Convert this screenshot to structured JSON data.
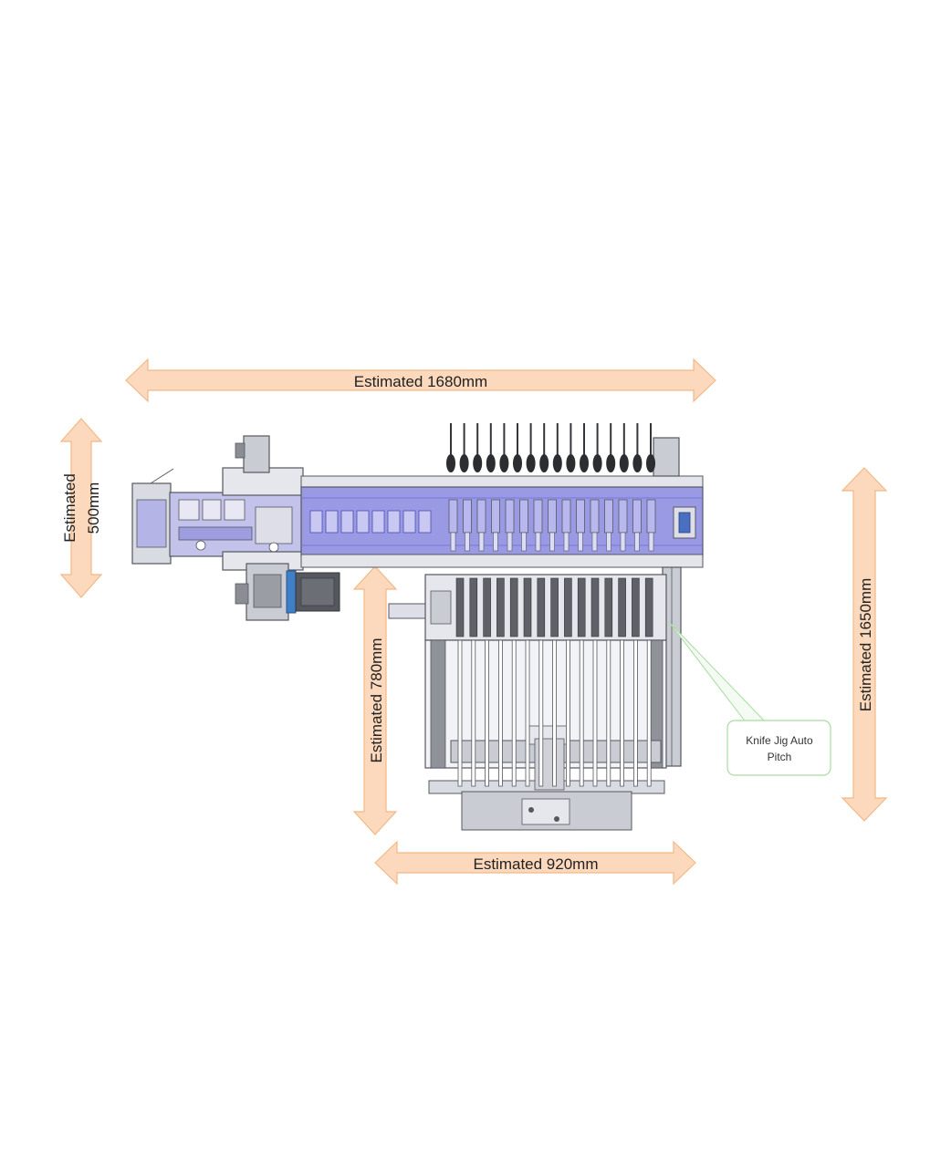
{
  "dimensions": {
    "width_total": "Estimated 1680mm",
    "height_left_line1": "Estimated",
    "height_left_line2": "500mm",
    "height_middle": "Estimated 780mm",
    "height_right": "Estimated 1650mm",
    "width_bottom": "Estimated 920mm"
  },
  "callout": {
    "line1": "Knife Jig Auto",
    "line2": "Pitch"
  },
  "colors": {
    "arrow_fill": "#fcd9bd",
    "arrow_stroke": "#f3b887",
    "conveyor_blue": "#8f8fe0",
    "conveyor_blue_dark": "#6a6ad0",
    "frame_grey": "#c9ccd3",
    "frame_dark": "#55585f",
    "callout_border": "#a8dca0"
  }
}
